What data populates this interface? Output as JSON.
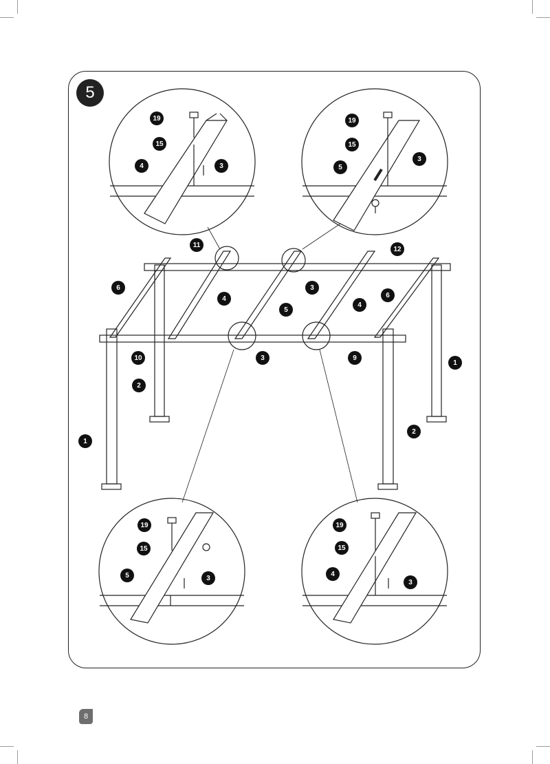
{
  "step_number": "5",
  "page_number": "8",
  "callouts": {
    "detail_top_left": [
      "19",
      "15",
      "4",
      "3"
    ],
    "detail_top_right": [
      "19",
      "15",
      "5",
      "3"
    ],
    "main": [
      "11",
      "12",
      "6",
      "4",
      "3",
      "5",
      "4",
      "6",
      "10",
      "3",
      "9",
      "2",
      "1",
      "1",
      "2"
    ],
    "detail_bottom_left": [
      "19",
      "15",
      "5",
      "3"
    ],
    "detail_bottom_right": [
      "19",
      "15",
      "4",
      "3"
    ]
  }
}
